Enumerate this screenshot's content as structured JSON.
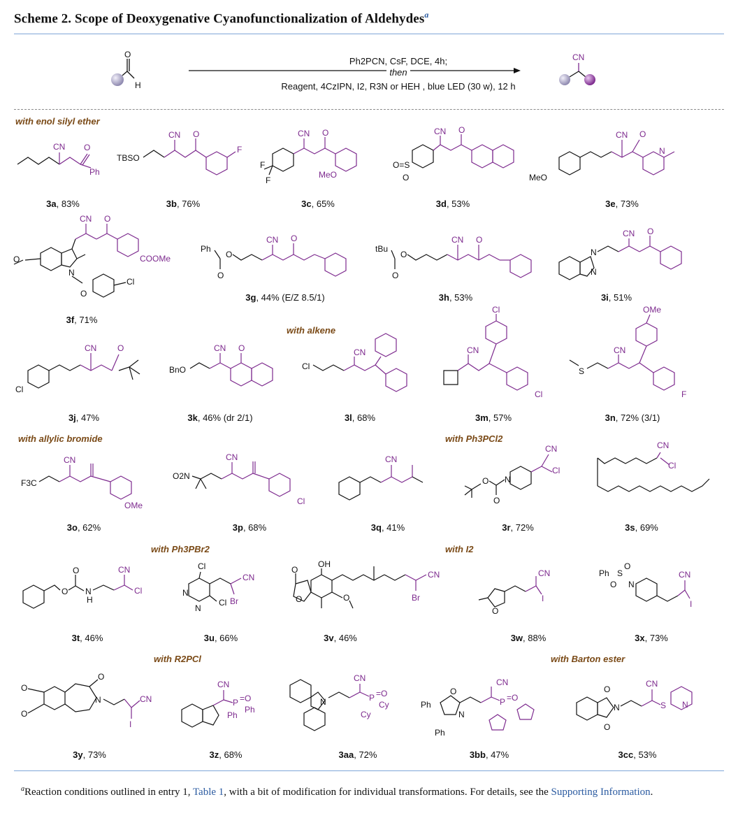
{
  "title": {
    "text": "Scheme 2. Scope of Deoxygenative Cyanofunctionalization of Aldehydes",
    "footnote_mark": "a"
  },
  "reaction": {
    "line1": "Ph2PCN, CsF, DCE, 4h;",
    "line2": "then",
    "line3": "Reagent, 4CzIPN, I2, R3N or HEH , blue LED (30 w), 12 h",
    "reactant_atom": "H",
    "product_group": "CN"
  },
  "sections": {
    "enol": "with enol silyl ether",
    "alkene": "with alkene",
    "allylic": "with allylic bromide",
    "ph3pcl2": "with Ph3PCl2",
    "ph3pbr2": "with Ph3PBr2",
    "i2": "with I2",
    "r2pcl": "with R2PCl",
    "barton": "with Barton ester"
  },
  "compounds": [
    {
      "id": "3a",
      "yield": ", 83%"
    },
    {
      "id": "3b",
      "yield": ", 76%"
    },
    {
      "id": "3c",
      "yield": ", 65%"
    },
    {
      "id": "3d",
      "yield": ", 53%"
    },
    {
      "id": "3e",
      "yield": ", 73%"
    },
    {
      "id": "3f",
      "yield": ", 71%"
    },
    {
      "id": "3g",
      "yield": ", 44% (E/Z 8.5/1)"
    },
    {
      "id": "3h",
      "yield": ", 53%"
    },
    {
      "id": "3i",
      "yield": ", 51%"
    },
    {
      "id": "3j",
      "yield": ", 47%"
    },
    {
      "id": "3k",
      "yield": ", 46% (dr 2/1)"
    },
    {
      "id": "3l",
      "yield": ", 68%"
    },
    {
      "id": "3m",
      "yield": ", 57%"
    },
    {
      "id": "3n",
      "yield": ", 72% (3/1)"
    },
    {
      "id": "3o",
      "yield": ", 62%"
    },
    {
      "id": "3p",
      "yield": ", 68%"
    },
    {
      "id": "3q",
      "yield": ", 41%"
    },
    {
      "id": "3r",
      "yield": ", 72%"
    },
    {
      "id": "3s",
      "yield": ", 69%"
    },
    {
      "id": "3t",
      "yield": ", 46%"
    },
    {
      "id": "3u",
      "yield": ", 66%"
    },
    {
      "id": "3v",
      "yield": ", 46%"
    },
    {
      "id": "3w",
      "yield": ", 88%"
    },
    {
      "id": "3x",
      "yield": ", 73%"
    },
    {
      "id": "3y",
      "yield": ", 73%"
    },
    {
      "id": "3z",
      "yield": ", 68%"
    },
    {
      "id": "3aa",
      "yield": ", 72%"
    },
    {
      "id": "3bb",
      "yield": ", 47%"
    },
    {
      "id": "3cc",
      "yield": ", 53%"
    }
  ],
  "atoms": {
    "cn": "CN",
    "o": "O",
    "ph": "Ph",
    "tbso": "TBSO",
    "f": "F",
    "meo": "MeO",
    "o2s": "O=S",
    "n": "N",
    "coome": "COOMe",
    "cl": "Cl",
    "tbu": "tBu",
    "bno": "BnO",
    "ome": "OMe",
    "f3c": "F3C",
    "o2n": "O2N",
    "br": "Br",
    "oh": "OH",
    "h": "H",
    "i": "I",
    "cy": "Cy",
    "p": "P",
    "s": "S",
    "o_eq": "=O"
  },
  "footnote": {
    "mark": "a",
    "text1": "Reaction conditions outlined in entry 1, ",
    "link1": "Table 1",
    "text2": ", with a bit of modification for individual transformations. For details, see the ",
    "link2": "Supporting Information",
    "text3": "."
  },
  "colors": {
    "accent": "#7d2a8e",
    "rule": "#7fa6d8",
    "section": "#7a4a17",
    "link": "#2a5aa0"
  }
}
